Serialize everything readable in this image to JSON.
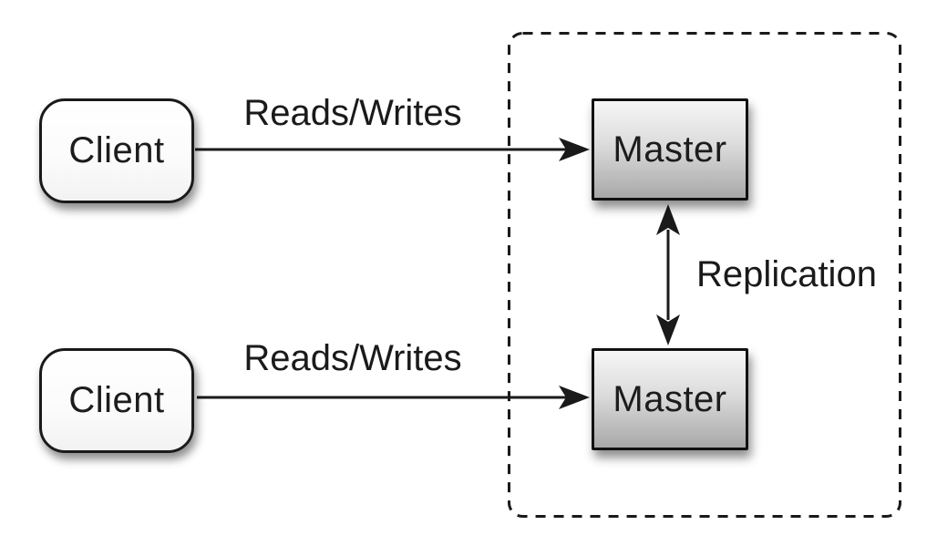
{
  "diagram": {
    "type": "architecture-diagram",
    "topic": "master-master-replication",
    "nodes": {
      "client_top": {
        "label": "Client",
        "shape": "rounded-rect",
        "fill": "#ffffff"
      },
      "client_bottom": {
        "label": "Client",
        "shape": "rounded-rect",
        "fill": "#ffffff"
      },
      "master_top": {
        "label": "Master",
        "shape": "rect",
        "fill_gradient_top": "#f6f6f6",
        "fill_gradient_bottom": "#a8a8a8"
      },
      "master_bottom": {
        "label": "Master",
        "shape": "rect",
        "fill_gradient_top": "#f6f6f6",
        "fill_gradient_bottom": "#a8a8a8"
      }
    },
    "edges": {
      "reads_writes_top": {
        "label": "Reads/Writes",
        "from": "client_top",
        "to": "master_top",
        "direction": "one-way"
      },
      "reads_writes_bottom": {
        "label": "Reads/Writes",
        "from": "client_bottom",
        "to": "master_bottom",
        "direction": "one-way"
      },
      "replication": {
        "label": "Replication",
        "from": "master_top",
        "to": "master_bottom",
        "direction": "two-way"
      }
    },
    "groups": {
      "boundary": {
        "style": "dashed-rounded-rect",
        "contains": [
          "master_top",
          "master_bottom"
        ]
      }
    },
    "colors": {
      "background": "#ffffff",
      "stroke": "#1a1a1a",
      "text": "#1a1a1a"
    }
  }
}
